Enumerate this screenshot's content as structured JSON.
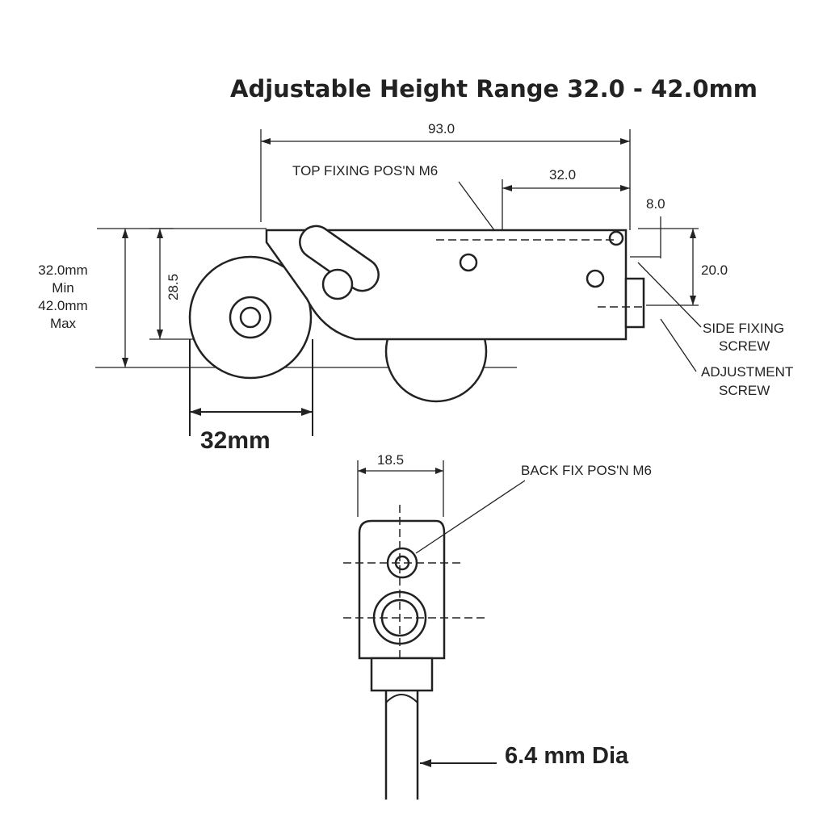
{
  "title": "Adjustable Height Range 32.0 - 42.0mm",
  "side_view": {
    "dim_overall_length": "93.0",
    "dim_top_fixing_offset": "32.0",
    "dim_side_offset": "8.0",
    "dim_side_height": "20.0",
    "dim_body_height": "28.5",
    "height_range_lines": [
      "32.0mm",
      "Min",
      "42.0mm",
      "Max"
    ],
    "label_top_fixing": "TOP FIXING POS'N M6",
    "label_side_fixing": [
      "SIDE FIXING",
      "SCREW"
    ],
    "label_adjustment": [
      "ADJUSTMENT",
      "SCREW"
    ],
    "wheel_diameter": "32mm"
  },
  "end_view": {
    "dim_width": "18.5",
    "label_back_fix": "BACK FIX POS'N M6",
    "track_diameter": "6.4 mm Dia"
  }
}
